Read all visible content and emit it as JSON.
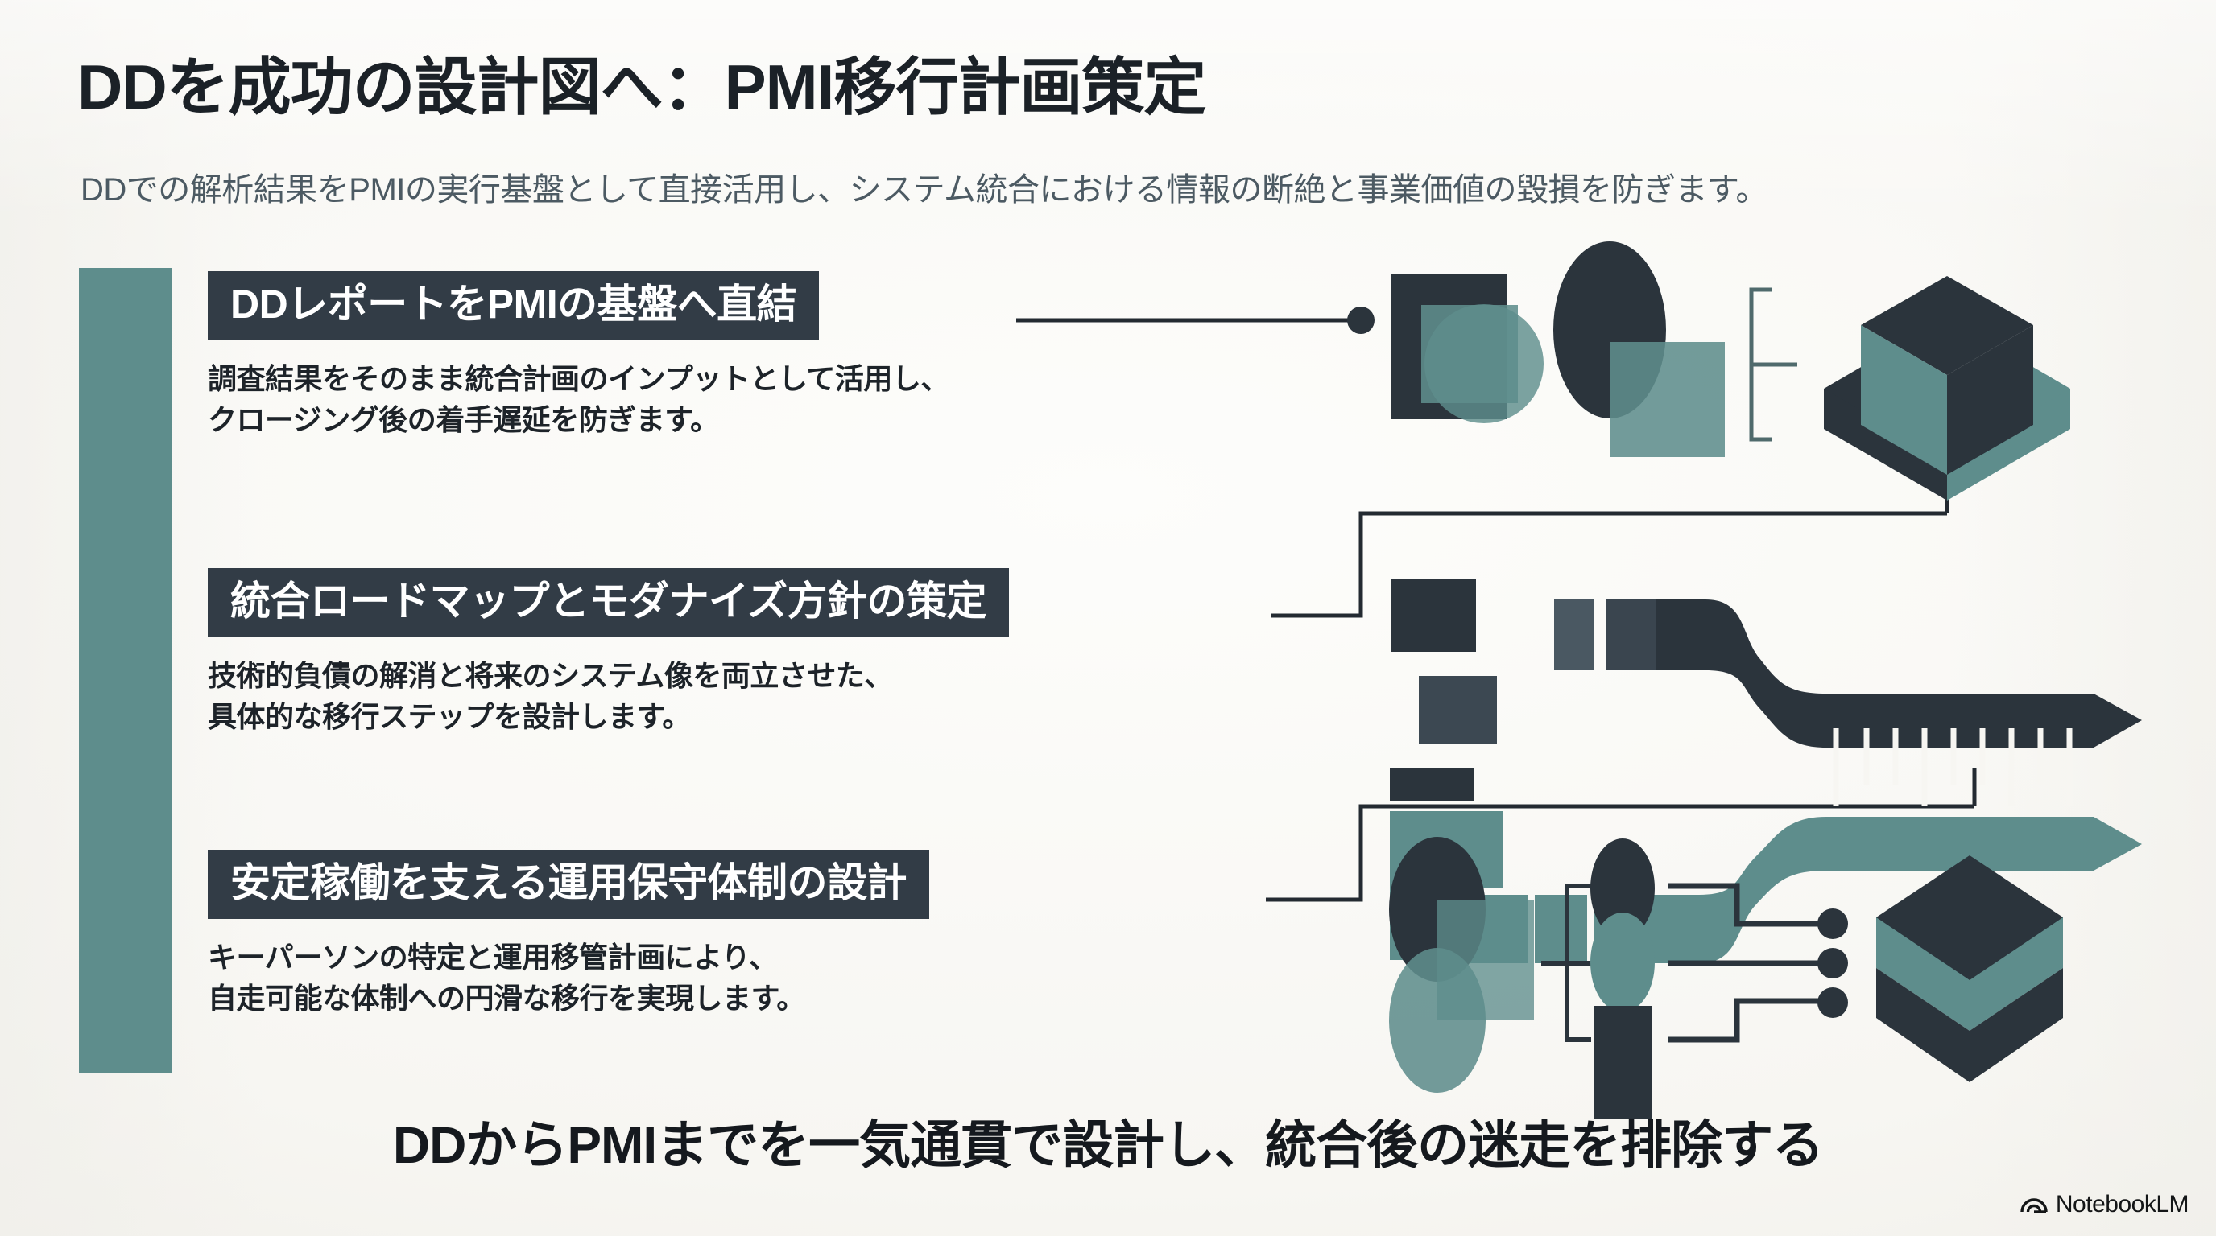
{
  "slide": {
    "title": "DDを成功の設計図へ：PMI移行計画策定",
    "subtitle": "DDでの解析結果をPMIの実行基盤として直接活用し、システム統合における情報の断絶と事業価値の毀損を防ぎます。",
    "bottom_statement": "DDからPMIまでを一気通貫で設計し、統合後の迷走を排除する"
  },
  "sections": [
    {
      "heading": "DDレポートをPMIの基盤へ直結",
      "body": "調査結果をそのまま統合計画のインプットとして活用し、\nクロージング後の着手遅延を防ぎます。",
      "graphic": "overlap-shapes-to-cube-diagram"
    },
    {
      "heading": "統合ロードマップとモダナイズ方針の策定",
      "body": "技術的負債の解消と将来のシステム像を両立させた、\n具体的な移行ステップを設計します。",
      "graphic": "roadmap-arrow-diagram"
    },
    {
      "heading": "安定稼働を支える運用保守体制の設計",
      "body": "キーパーソンの特定と運用移管計画により、\n自走可能な体制への円滑な移行を実現します。",
      "graphic": "org-tree-to-layered-hex-diagram"
    }
  ],
  "branding": {
    "label": "NotebookLM",
    "icon": "notebooklm-arc-icon"
  },
  "colors": {
    "background": "#faf9f6",
    "dark": "#2b343c",
    "dark_heading": "#323c46",
    "teal": "#5e8d8c",
    "title_text": "#1b2127",
    "subtitle_text": "#4c5a63",
    "body_text": "#1d2329",
    "heading_text": "#ffffff",
    "connector": "#232a31"
  }
}
